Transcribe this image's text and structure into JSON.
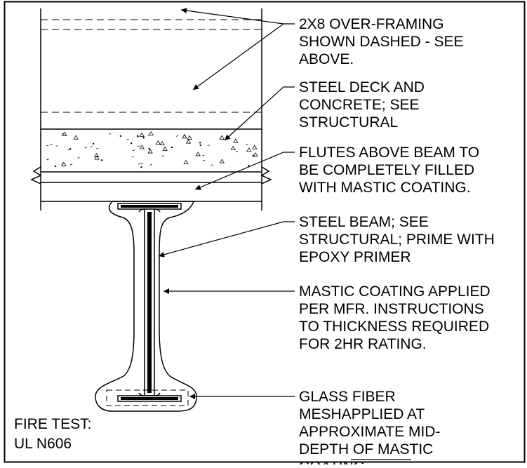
{
  "notes": [
    {
      "lines": [
        "2X8 OVER-FRAMING",
        "SHOWN DASHED - SEE",
        "ABOVE."
      ]
    },
    {
      "lines": [
        "STEEL DECK AND",
        "CONCRETE; SEE",
        "STRUCTURAL"
      ]
    },
    {
      "lines": [
        "FLUTES ABOVE BEAM TO",
        "BE COMPLETELY FILLED",
        "WITH MASTIC COATING."
      ]
    },
    {
      "lines": [
        "STEEL BEAM; SEE",
        "STRUCTURAL; PRIME WITH",
        "EPOXY PRIMER"
      ]
    },
    {
      "lines": [
        "MASTIC COATING APPLIED",
        "PER MFR. INSTRUCTIONS",
        "TO THICKNESS REQUIRED",
        "FOR 2HR RATING."
      ]
    },
    {
      "lines": [
        "GLASS FIBER",
        "MESHAPPLIED AT",
        "APPROXIMATE MID-",
        "DEPTH OF MASTIC",
        "COATING."
      ]
    }
  ],
  "fire_test": {
    "line1": "FIRE TEST:",
    "line2": "UL N606"
  }
}
